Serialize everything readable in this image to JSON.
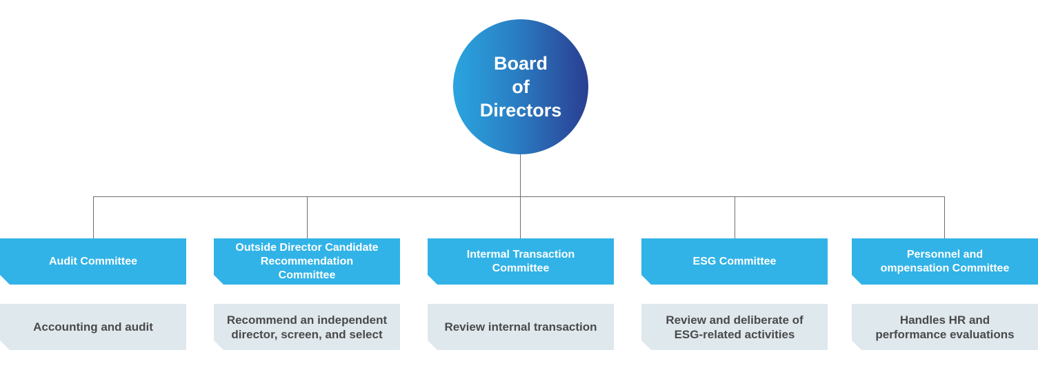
{
  "board": {
    "title": "Board\nof\nDirectors",
    "gradient_start": "#2aa5df",
    "gradient_end": "#2a3e92"
  },
  "colors": {
    "committee_fill": "#31b3e7",
    "duty_fill": "#dfe8ed",
    "connector": "#6d6d6d",
    "duty_text": "#4a4a4a"
  },
  "committees": [
    {
      "name": "Audit Committee",
      "duty": "Accounting and audit"
    },
    {
      "name": "Outside Director Candidate\nRecommendation\nCommittee",
      "duty": "Recommend an independent\ndirector, screen, and select"
    },
    {
      "name": "Intermal Transaction\nCommittee",
      "duty": "Review internal transaction"
    },
    {
      "name": "ESG Committee",
      "duty": "Review and deliberate of\nESG-related activities"
    },
    {
      "name": "Personnel and\nompensation Committee",
      "duty": "Handles HR and\nperformance evaluations"
    }
  ]
}
